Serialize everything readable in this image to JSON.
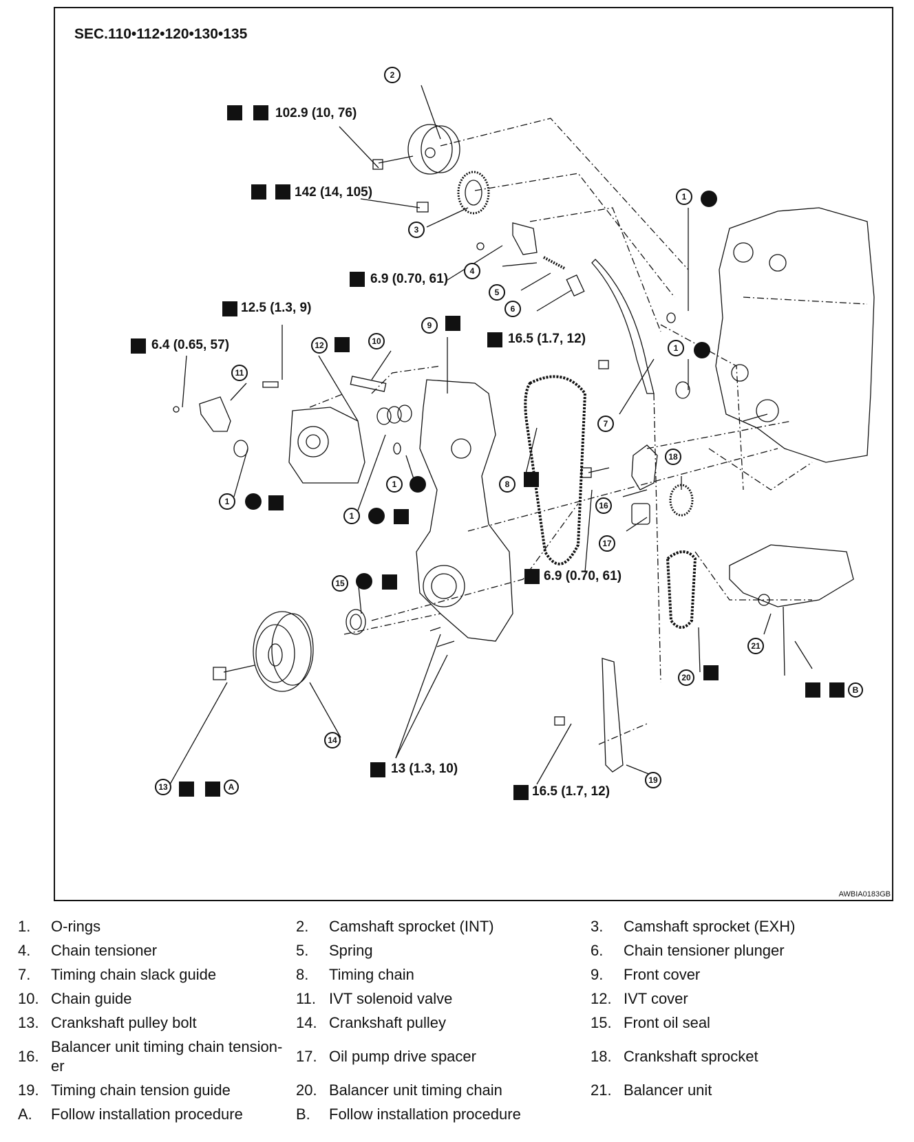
{
  "diagram": {
    "section": "SEC.110•112•120•130•135",
    "image_code": "AWBIA0183GB",
    "callouts": {
      "torque_1": "102.9 (10, 76)",
      "torque_2": "142 (14, 105)",
      "torque_3": "6.9 (0.70, 61)",
      "torque_4": "12.5 (1.3, 9)",
      "torque_5": "6.4 (0.65, 57)",
      "torque_6": "16.5 (1.7, 12)",
      "torque_7": "6.9 (0.70, 61)",
      "torque_8": "13 (1.3, 10)",
      "torque_9": "16.5 (1.7, 12)"
    },
    "part_markers": [
      "1",
      "2",
      "3",
      "4",
      "5",
      "6",
      "7",
      "8",
      "9",
      "10",
      "11",
      "12",
      "13",
      "14",
      "15",
      "16",
      "17",
      "18",
      "19",
      "20",
      "21"
    ],
    "letter_markers": [
      "A",
      "B"
    ]
  },
  "legend": [
    [
      {
        "num": "1.",
        "text": "O-rings"
      },
      {
        "num": "2.",
        "text": "Camshaft sprocket (INT)"
      },
      {
        "num": "3.",
        "text": "Camshaft sprocket (EXH)"
      }
    ],
    [
      {
        "num": "4.",
        "text": "Chain tensioner"
      },
      {
        "num": "5.",
        "text": "Spring"
      },
      {
        "num": "6.",
        "text": "Chain tensioner plunger"
      }
    ],
    [
      {
        "num": "7.",
        "text": "Timing chain slack guide"
      },
      {
        "num": "8.",
        "text": "Timing chain"
      },
      {
        "num": "9.",
        "text": "Front cover"
      }
    ],
    [
      {
        "num": "10.",
        "text": "Chain guide"
      },
      {
        "num": "11.",
        "text": "IVT solenoid valve"
      },
      {
        "num": "12.",
        "text": "IVT cover"
      }
    ],
    [
      {
        "num": "13.",
        "text": "Crankshaft pulley bolt"
      },
      {
        "num": "14.",
        "text": "Crankshaft pulley"
      },
      {
        "num": "15.",
        "text": "Front oil seal"
      }
    ],
    [
      {
        "num": "16.",
        "text": "Balancer unit timing chain tension-er"
      },
      {
        "num": "17.",
        "text": "Oil pump drive spacer"
      },
      {
        "num": "18.",
        "text": "Crankshaft sprocket"
      }
    ],
    [
      {
        "num": "19.",
        "text": "Timing chain tension guide"
      },
      {
        "num": "20.",
        "text": "Balancer unit timing chain"
      },
      {
        "num": "21.",
        "text": "Balancer unit"
      }
    ],
    [
      {
        "num": "A.",
        "text": "Follow installation procedure"
      },
      {
        "num": "B.",
        "text": "Follow installation procedure"
      }
    ]
  ]
}
